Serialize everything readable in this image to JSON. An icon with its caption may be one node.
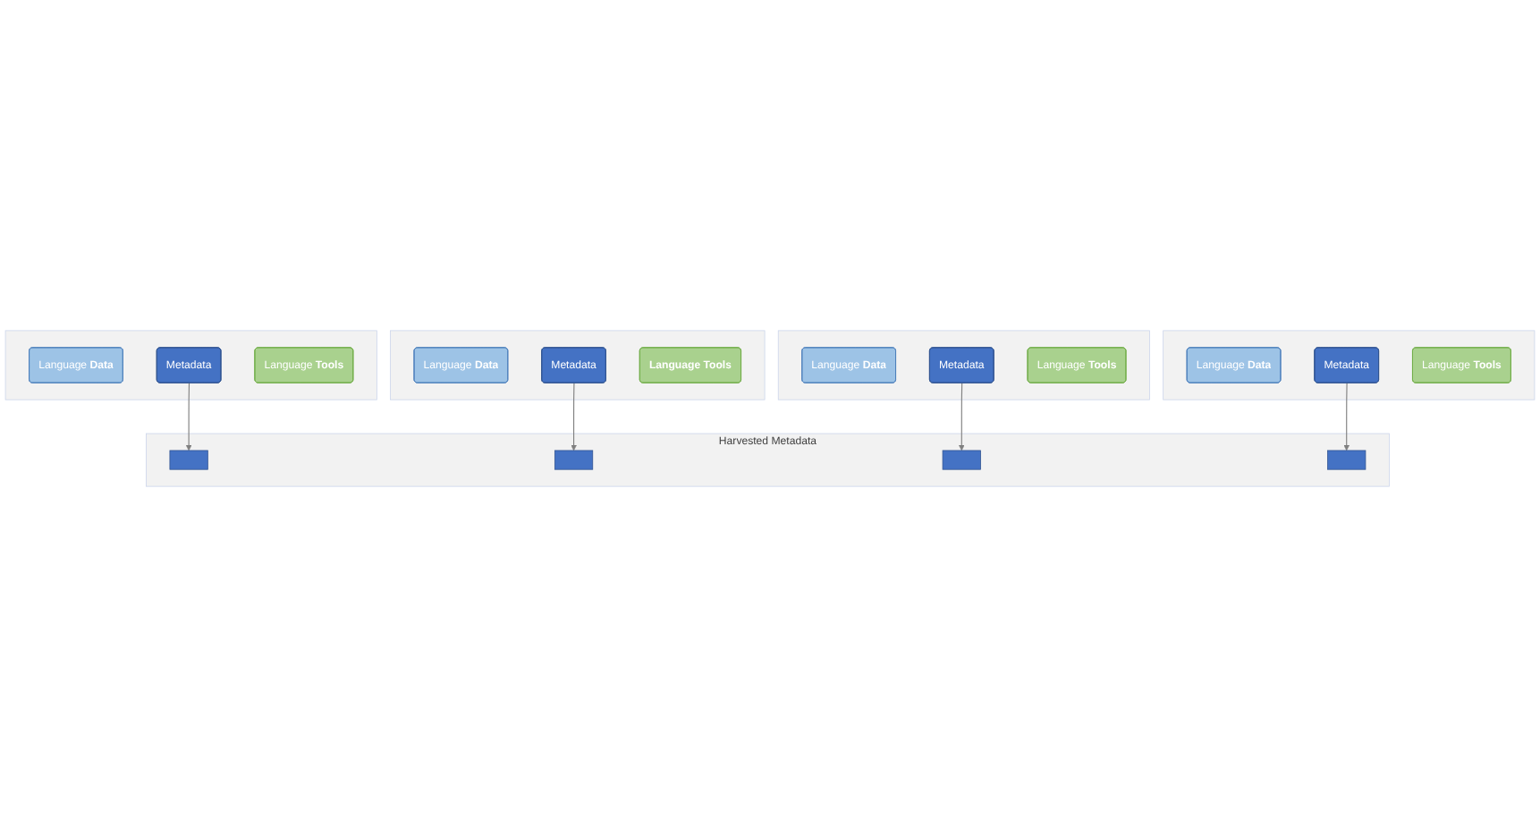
{
  "diagram": {
    "nodes": [
      {
        "text": [],
        "shape": "box"
      },
      {
        "text": [
          "Language **Data**"
        ],
        "in": 0
      },
      {
        "text": [
          "Metadata"
        ],
        "in": 0
      },
      {
        "text": [
          "Language **Tools**"
        ],
        "in": 0
      },
      {
        "text": [],
        "shape": "box"
      },
      {
        "text": [
          "Language **Data**"
        ],
        "in": 4
      },
      {
        "text": [
          "Metadata"
        ],
        "in": 4
      },
      {
        "text": [
          "Language **Tools**"
        ],
        "in": 4
      },
      {
        "text": [
          "Harvested Metadata"
        ]
      },
      {
        "text": [],
        "shape": "box",
        "in": 8
      },
      {
        "text": [],
        "shape": "box",
        "in": 8
      },
      {
        "text": [],
        "shape": "box",
        "in": 8
      },
      {
        "text": [],
        "shape": "box",
        "in": 8
      },
      {
        "text": [],
        "shape": "box"
      },
      {
        "text": [
          "Language **Data**"
        ],
        "in": 13
      },
      {
        "text": [
          "Metadata"
        ],
        "in": 13
      },
      {
        "text": [
          "**Language Tools**"
        ],
        "in": 13
      },
      {
        "text": [],
        "shape": "box"
      },
      {
        "text": [
          "Language **Data**"
        ],
        "in": 17
      },
      {
        "text": [
          "Metadata"
        ],
        "in": 17
      },
      {
        "text": [
          "Language **Tools**"
        ],
        "in": 17
      }
    ],
    "edges": [
      {
        "from": 2,
        "to": 9,
        "arrow": "to"
      },
      {
        "from": 6,
        "to": 11,
        "arrow": "to"
      },
      {
        "from": 15,
        "to": 10,
        "arrow": "to"
      },
      {
        "from": 19,
        "to": 12,
        "arrow": "to"
      }
    ]
  }
}
